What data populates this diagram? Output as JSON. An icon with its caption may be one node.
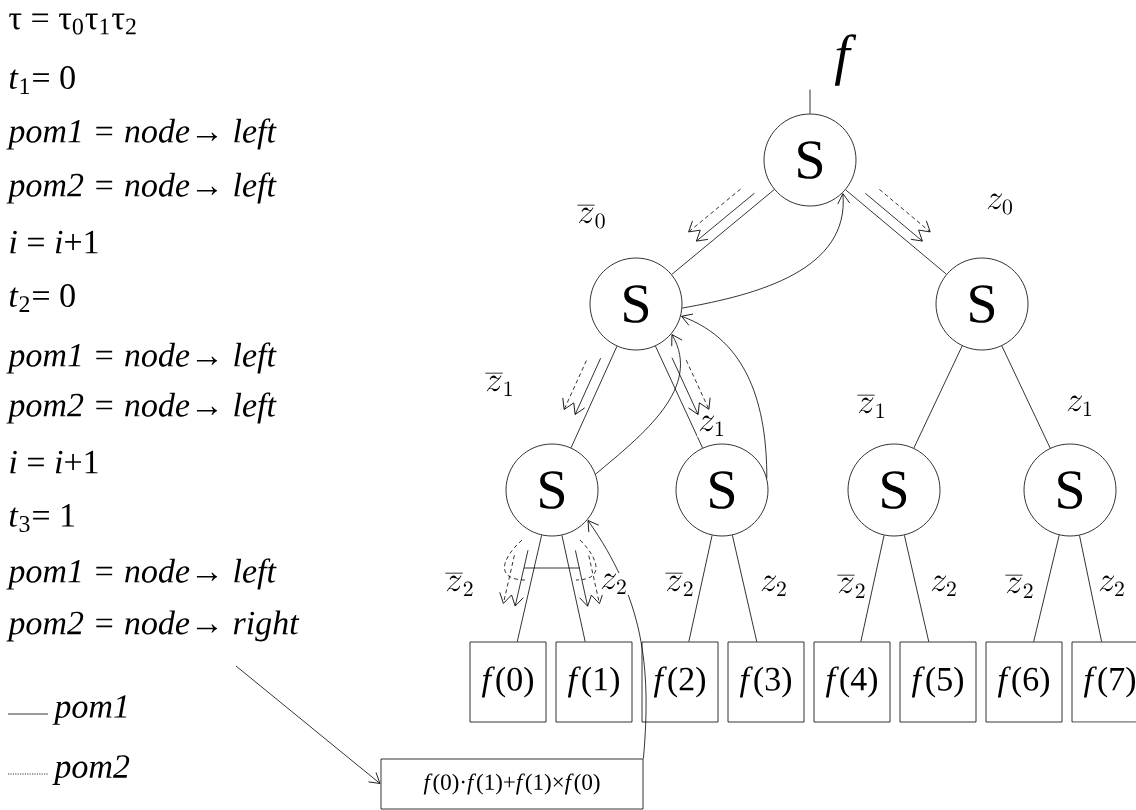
{
  "diagram": {
    "nodes": [
      {
        "text": [
          "S"
        ],
        "beside": [
          "*f*"
        ]
      },
      {
        "text": [
          "S"
        ]
      },
      {
        "text": [
          "S"
        ]
      },
      {
        "text": [
          "S"
        ]
      },
      {
        "text": [
          "S"
        ]
      },
      {
        "text": [
          "S"
        ]
      },
      {
        "text": [
          "S"
        ]
      },
      {
        "text": [
          "*f*(0)"
        ]
      },
      {
        "text": [
          "*f*(1)"
        ]
      },
      {
        "text": [
          "*f*(2)"
        ]
      },
      {
        "text": [
          "*f*(3)"
        ]
      },
      {
        "text": [
          "*f*(4)"
        ]
      },
      {
        "text": [
          "*f*(5)"
        ]
      },
      {
        "text": [
          "*f*(6)"
        ]
      },
      {
        "text": [
          "*f*(7)"
        ]
      },
      {
        "text": [
          "*f*(0)·*f*(1)+*f*(1)×*f*(0)"
        ]
      }
    ],
    "edges": [
      {
        "from": 0,
        "to": 1,
        "arrow": "none",
        "label": "\\overline{z}_0"
      },
      {
        "from": 0,
        "to": 2,
        "arrow": "none",
        "label": "z_0"
      },
      {
        "from": 1,
        "to": 3,
        "arrow": "none",
        "label": "\\overline{z}_1"
      },
      {
        "from": 1,
        "to": 4,
        "arrow": "none",
        "label": "z_1"
      },
      {
        "from": 2,
        "to": 5,
        "arrow": "none",
        "label": "\\overline{z}_1"
      },
      {
        "from": 2,
        "to": 6,
        "arrow": "none",
        "label": "z_1"
      },
      {
        "from": 3,
        "to": 7,
        "arrow": "none",
        "label": "\\overline{z}_2"
      },
      {
        "from": 3,
        "to": 8,
        "arrow": "none",
        "label": "z_2"
      },
      {
        "from": 4,
        "to": 9,
        "arrow": "none",
        "label": "\\overline{z}_2"
      },
      {
        "from": 4,
        "to": 10,
        "arrow": "none",
        "label": "z_2"
      },
      {
        "from": 5,
        "to": 11,
        "arrow": "none",
        "label": "\\overline{z}_2"
      },
      {
        "from": 5,
        "to": 12,
        "arrow": "none",
        "label": "z_2"
      },
      {
        "from": 6,
        "to": 13,
        "arrow": "none",
        "label": "\\overline{z}_2"
      },
      {
        "from": 6,
        "to": 14,
        "arrow": "none",
        "label": "z_2"
      },
      {
        "from": 1,
        "to": 0,
        "arrow": "to"
      },
      {
        "from": 3,
        "to": 1,
        "arrow": "to"
      },
      {
        "from": 4,
        "to": 1,
        "arrow": "to"
      },
      {
        "from": 15,
        "to": 3,
        "arrow": "to"
      },
      {
        "from": null,
        "to": 15,
        "arrow": "to"
      }
    ],
    "labels": [
      "τ = τ$_{0}$τ$_{1}$τ$_{2}$",
      "*t*$_{1}$= 0",
      "pom1 = node→ left",
      "pom2 = node→ left",
      "*i* = *i*+1",
      "*t*$_{2}$= 0",
      "pom1 = node→ left",
      "pom2 = node→ left",
      "*i* = *i*+1",
      "*t*$_{3}$= 1",
      "pom1 = node→ left",
      "pom2 = node→ right"
    ],
    "legend": [
      {
        "text": "pom1"
      },
      {
        "text": "pom2"
      }
    ]
  }
}
